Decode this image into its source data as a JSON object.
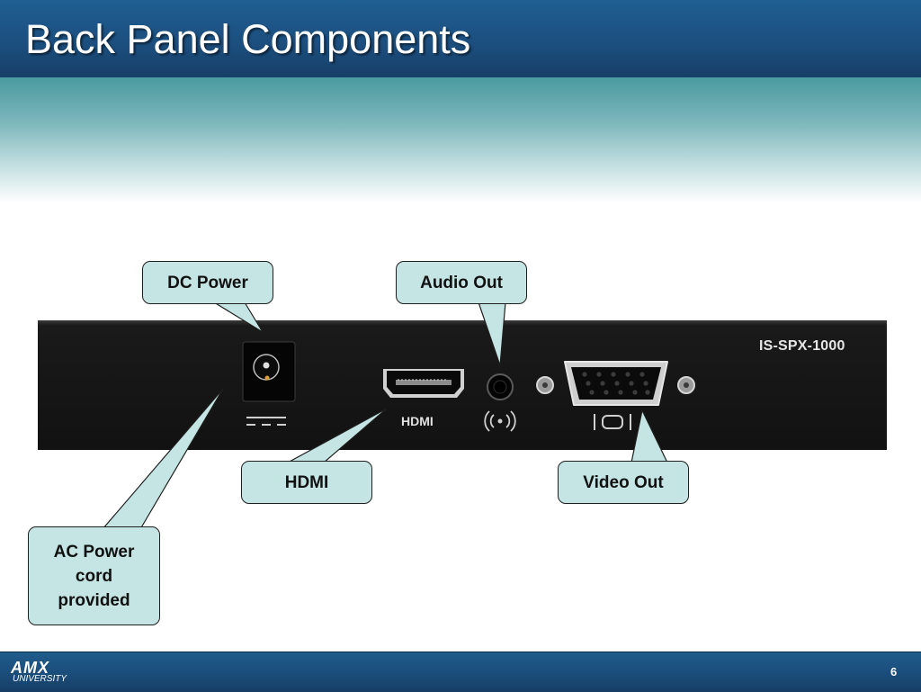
{
  "slide": {
    "title": "Back Panel Components",
    "page_number": "6"
  },
  "device": {
    "model": "IS-SPX-1000",
    "port_labels": {
      "hdmi": "HDMI"
    }
  },
  "callouts": {
    "dc_power": "DC Power",
    "audio_out": "Audio Out",
    "hdmi": "HDMI",
    "video_out": "Video Out",
    "ac_power": "AC Power cord provided"
  },
  "footer": {
    "logo_text": "AMX",
    "logo_subtext": "UNIVERSITY"
  },
  "colors": {
    "title_bar": "#1c4f7f",
    "callout_fill": "#c5e5e4",
    "panel": "#161616",
    "teal_band": "#4a9aa0"
  }
}
